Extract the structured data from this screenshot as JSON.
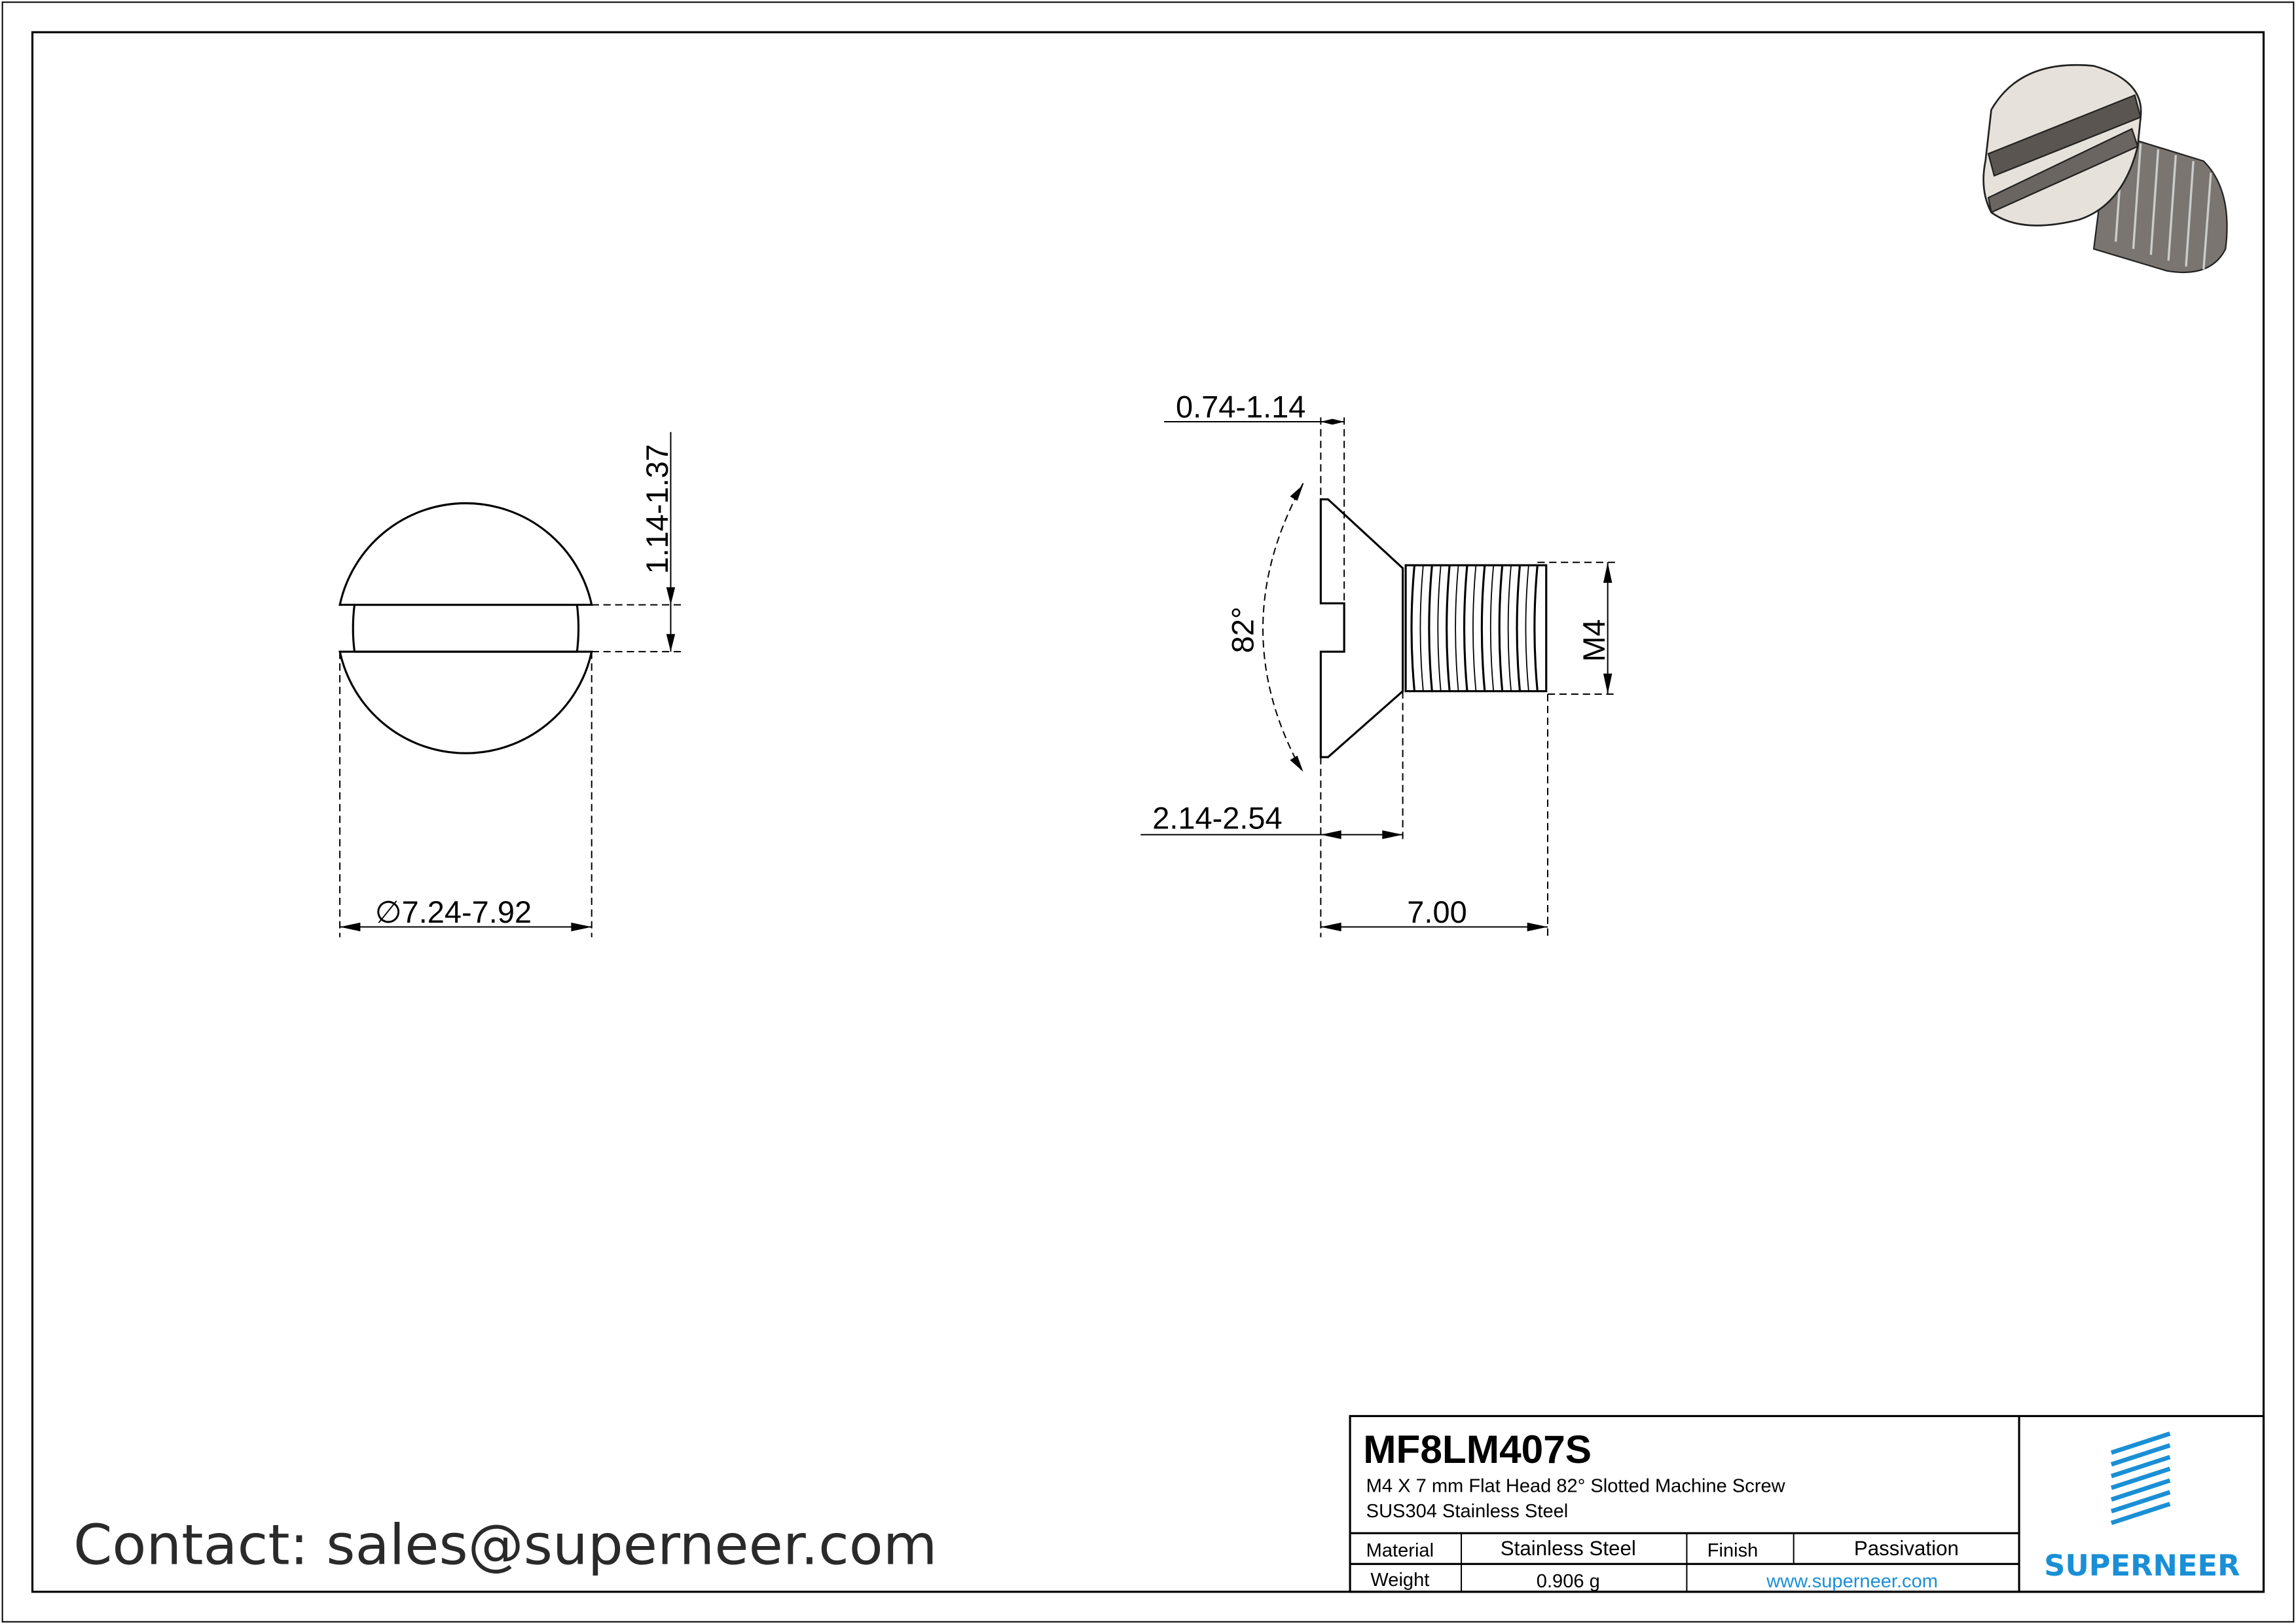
{
  "drawing": {
    "front_view": {
      "slot_depth_label": "1.14-1.37",
      "diameter_label": "∅7.24-7.92"
    },
    "side_view": {
      "slot_width_label": "0.74-1.14",
      "angle_label": "82°",
      "head_height_label": "2.14-2.54",
      "length_label": "7.00",
      "thread_label": "M4"
    }
  },
  "contact": {
    "text": "Contact: sales@superneer.com"
  },
  "title_block": {
    "part_number": "MF8LM407S",
    "description": "M4 X 7 mm  Flat Head 82° Slotted Machine Screw",
    "material_spec": "SUS304 Stainless Steel",
    "material_label": "Material",
    "material_value": "Stainless Steel",
    "finish_label": "Finish",
    "finish_value": "Passivation",
    "weight_label": "Weight",
    "weight_value": "0.906 g",
    "website": "www.superneer.com",
    "brand": "SUPERNEER",
    "brand_color": "#1a8fd6"
  }
}
